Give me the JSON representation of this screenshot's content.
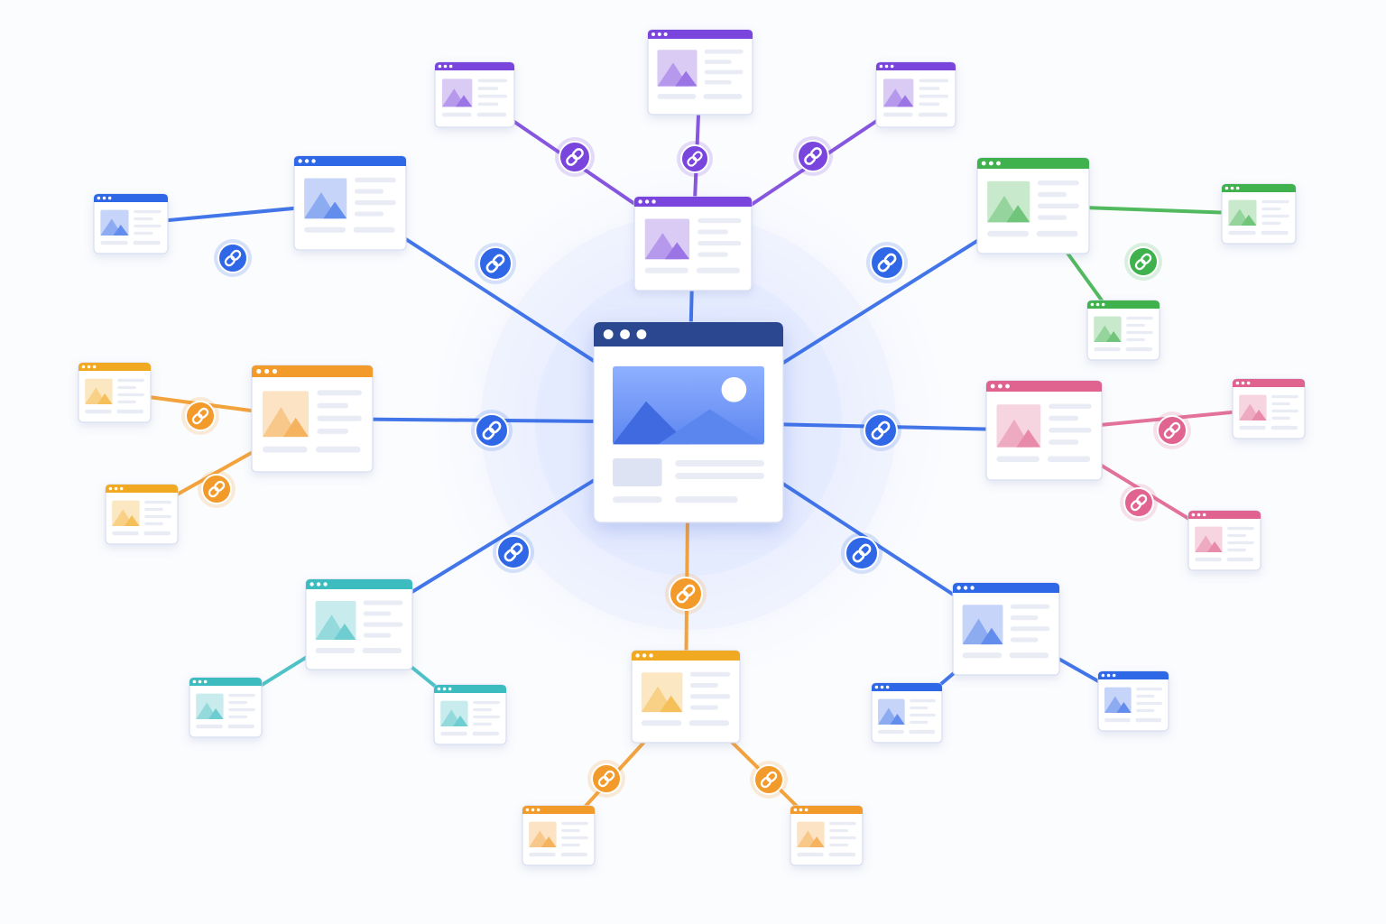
{
  "colors": {
    "background": "#fbfcfe",
    "card_border": "#d8def0",
    "card_body": "#ffffff",
    "placeholder": "#e9ecf5",
    "hub_header": "#2a4690",
    "blue": "#2f67e6",
    "purple": "#7a45dc",
    "green": "#3fb24d",
    "orange": "#f29a2a",
    "amber": "#f2a923",
    "pink": "#e0648f",
    "teal": "#3cbcc0"
  },
  "icons": {
    "link": "link-icon",
    "image": "image-placeholder-icon",
    "sun": "sun-icon",
    "window_dots": "window-dots-icon"
  },
  "nodes": [
    {
      "id": "hub",
      "role": "hub",
      "color": "hub_header"
    },
    {
      "id": "top-center",
      "role": "page",
      "color": "purple"
    },
    {
      "id": "top-top",
      "role": "page",
      "color": "purple"
    },
    {
      "id": "top-left",
      "role": "page",
      "color": "purple"
    },
    {
      "id": "top-right",
      "role": "page",
      "color": "purple"
    },
    {
      "id": "upper-left",
      "role": "page",
      "color": "blue"
    },
    {
      "id": "far-left",
      "role": "page",
      "color": "blue"
    },
    {
      "id": "mid-left",
      "role": "page",
      "color": "orange"
    },
    {
      "id": "mid-left-top",
      "role": "page",
      "color": "amber"
    },
    {
      "id": "mid-left-bottom",
      "role": "page",
      "color": "amber"
    },
    {
      "id": "lower-left",
      "role": "page",
      "color": "teal"
    },
    {
      "id": "lower-left-a",
      "role": "page",
      "color": "teal"
    },
    {
      "id": "lower-left-b",
      "role": "page",
      "color": "teal"
    },
    {
      "id": "bottom",
      "role": "page",
      "color": "amber"
    },
    {
      "id": "bottom-left",
      "role": "page",
      "color": "orange"
    },
    {
      "id": "bottom-right",
      "role": "page",
      "color": "orange"
    },
    {
      "id": "lower-right",
      "role": "page",
      "color": "blue"
    },
    {
      "id": "lower-right-a",
      "role": "page",
      "color": "blue"
    },
    {
      "id": "lower-right-b",
      "role": "page",
      "color": "blue"
    },
    {
      "id": "mid-right",
      "role": "page",
      "color": "pink"
    },
    {
      "id": "mid-right-top",
      "role": "page",
      "color": "pink"
    },
    {
      "id": "mid-right-bottom",
      "role": "page",
      "color": "pink"
    },
    {
      "id": "upper-right",
      "role": "page",
      "color": "green"
    },
    {
      "id": "upper-right-far",
      "role": "page",
      "color": "green"
    },
    {
      "id": "upper-right-below",
      "role": "page",
      "color": "green"
    }
  ],
  "edges": [
    {
      "from": "hub",
      "to": "top-center",
      "color": "blue"
    },
    {
      "from": "top-center",
      "to": "top-top",
      "color": "purple",
      "link": true
    },
    {
      "from": "top-center",
      "to": "top-left",
      "color": "purple",
      "link": true
    },
    {
      "from": "top-center",
      "to": "top-right",
      "color": "purple",
      "link": true
    },
    {
      "from": "hub",
      "to": "upper-left",
      "color": "blue",
      "link": true
    },
    {
      "from": "upper-left",
      "to": "far-left",
      "color": "blue",
      "link": true
    },
    {
      "from": "hub",
      "to": "mid-left",
      "color": "blue",
      "link": true
    },
    {
      "from": "mid-left",
      "to": "mid-left-top",
      "color": "orange",
      "link": true
    },
    {
      "from": "mid-left",
      "to": "mid-left-bottom",
      "color": "orange",
      "link": true
    },
    {
      "from": "hub",
      "to": "lower-left",
      "color": "blue",
      "link": true
    },
    {
      "from": "lower-left",
      "to": "lower-left-a",
      "color": "teal"
    },
    {
      "from": "lower-left",
      "to": "lower-left-b",
      "color": "teal"
    },
    {
      "from": "hub",
      "to": "bottom",
      "color": "orange",
      "link": true
    },
    {
      "from": "bottom",
      "to": "bottom-left",
      "color": "orange",
      "link": true
    },
    {
      "from": "bottom",
      "to": "bottom-right",
      "color": "orange",
      "link": true
    },
    {
      "from": "hub",
      "to": "lower-right",
      "color": "blue",
      "link": true
    },
    {
      "from": "lower-right",
      "to": "lower-right-a",
      "color": "blue"
    },
    {
      "from": "lower-right",
      "to": "lower-right-b",
      "color": "blue"
    },
    {
      "from": "hub",
      "to": "mid-right",
      "color": "blue",
      "link": true
    },
    {
      "from": "mid-right",
      "to": "mid-right-top",
      "color": "pink",
      "link": true
    },
    {
      "from": "mid-right",
      "to": "mid-right-bottom",
      "color": "pink",
      "link": true
    },
    {
      "from": "hub",
      "to": "upper-right",
      "color": "blue",
      "link": true
    },
    {
      "from": "upper-right",
      "to": "upper-right-far",
      "color": "green",
      "link": true
    },
    {
      "from": "upper-right",
      "to": "upper-right-below",
      "color": "green"
    }
  ]
}
